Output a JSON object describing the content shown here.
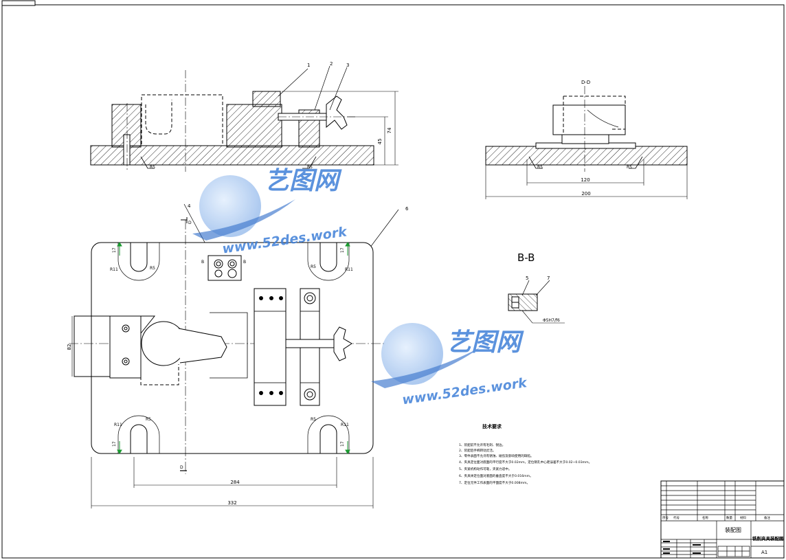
{
  "drawing": {
    "title_block": {
      "drawing_name": "装配图",
      "product_name": "铣削夹具装配图",
      "sheet_size": "A1",
      "header_cells": [
        "序号",
        "代号",
        "名称",
        "数量",
        "材料",
        "备注"
      ]
    },
    "watermark": {
      "brand_cn": "艺图网",
      "url": "www.52des.work"
    },
    "section_label": "B-B",
    "views": {
      "front": {
        "dims": {
          "h_total": "74",
          "h_mid": "45"
        },
        "roughness": [
          "R5",
          "R5"
        ]
      },
      "side": {
        "label": "D-D",
        "dims": {
          "inner_width": "120",
          "outer_width": "200"
        },
        "roughness": [
          "R5",
          "R5"
        ]
      },
      "plan": {
        "dims": {
          "hole_pitch": "284",
          "overall_length": "332",
          "left_height": "82"
        },
        "hole_labels": [
          "R11",
          "R5",
          "R5",
          "R11",
          "R11",
          "R5",
          "R5",
          "R11"
        ],
        "slot_widths": [
          "17",
          "17",
          "17",
          "17"
        ],
        "section_marks": [
          "B",
          "B",
          "D",
          "D"
        ]
      },
      "section": {
        "fit_label": "Φ5H7/f6"
      }
    },
    "balloons": [
      "1",
      "2",
      "3",
      "4",
      "5",
      "6",
      "7"
    ],
    "technical_requirements": {
      "title": "技术要求",
      "items": [
        "1、装配前不允许有毛刺、锐边。",
        "2、装配后手柄转动灵活。",
        "3、零件表面不允许有锈蚀、碰伤及影响使用的缺陷。",
        "4、夹具定位面对底面的平行度不大于0.02mm，定位销孔中心距误差不大于0.02~0.03mm。",
        "5、夹紧机构动作可靠，夹紧力适中。",
        "6、夹具体定位面对底面的垂直度不大于0.016mm。",
        "7、定位元件工作表面的平面度不大于0.008mm。"
      ]
    }
  }
}
